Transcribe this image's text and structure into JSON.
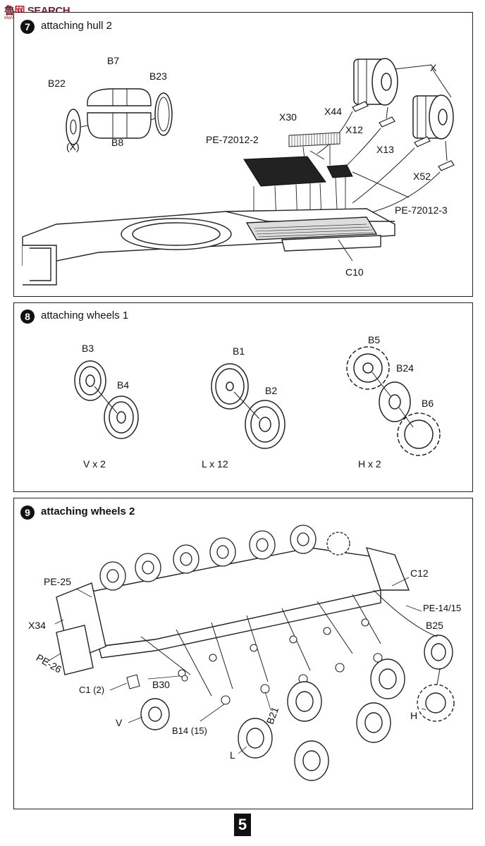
{
  "watermark": {
    "brand_a": "魯",
    "brand_b": "网",
    "brand_c": "SEARCH",
    "url": "www.hobbyee.com"
  },
  "steps": [
    {
      "number": "7",
      "title": "attaching hull 2",
      "labels": {
        "b7": "B7",
        "b22": "B22",
        "b23": "B23",
        "x_paren": "(X)",
        "b8": "B8",
        "x": "X",
        "x44": "X44",
        "x30": "X30",
        "x12": "X12",
        "pe2": "PE-72012-2",
        "x13": "X13",
        "x52": "X52",
        "pe3": "PE-72012-3",
        "c10": "C10"
      }
    },
    {
      "number": "8",
      "title": "attaching wheels 1",
      "labels": {
        "b3": "B3",
        "b4": "B4",
        "b1": "B1",
        "b2": "B2",
        "b5": "B5",
        "b24": "B24",
        "b6": "B6",
        "v2": "V x 2",
        "l12": "L x 12",
        "h2": "H x 2"
      }
    },
    {
      "number": "9",
      "title": "attaching wheels 2",
      "labels": {
        "pe25": "PE-25",
        "x34": "X34",
        "pe26": "PE-26",
        "c1": "C1 (2)",
        "b30": "B30",
        "v": "V",
        "b14": "B14 (15)",
        "b21": "B21",
        "l": "L",
        "c12": "C12",
        "pe1415": "PE-14/15",
        "b25": "B25",
        "h": "H"
      }
    }
  ],
  "page_number": "5"
}
